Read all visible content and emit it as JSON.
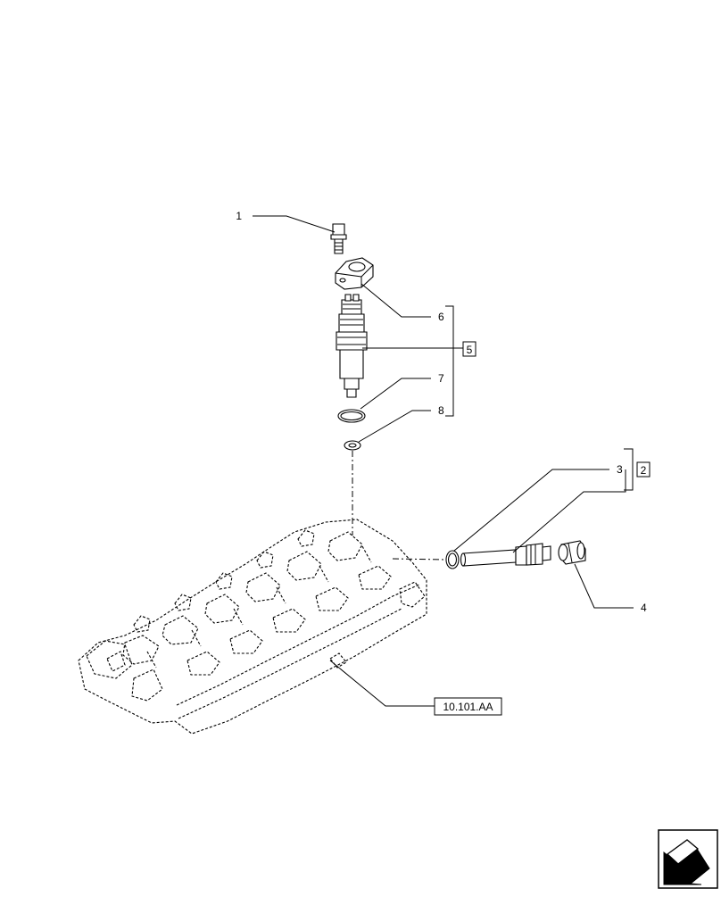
{
  "callouts": {
    "c1": "1",
    "c2": "2",
    "c3": "3",
    "c4": "4",
    "c5": "5",
    "c6": "6",
    "c7": "7",
    "c8": "8"
  },
  "reference": "10.101.AA",
  "icons": {
    "nav": "next-page-arrow-icon"
  }
}
